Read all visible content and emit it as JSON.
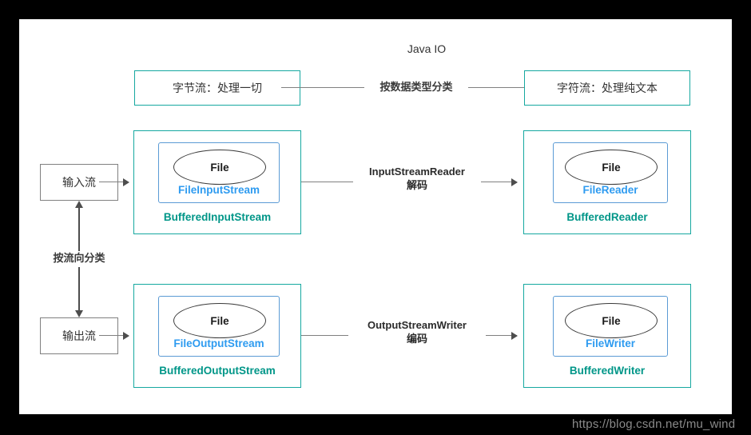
{
  "diagram": {
    "title": "Java IO",
    "watermark": "https://blog.csdn.net/mu_wind",
    "colors": {
      "teal_border": "#16a8a0",
      "teal_text": "#009688",
      "blue_border": "#5b9bd5",
      "blue_text": "#2e9bf0",
      "gray_border": "#808080",
      "connector": "#808080",
      "canvas": "#ffffff",
      "backdrop": "#000000"
    },
    "top_row": {
      "left_box": "字节流：处理一切",
      "right_box": "字符流：处理纯文本",
      "connector_label": "按数据类型分类"
    },
    "left_column": {
      "input_box": "输入流",
      "output_box": "输出流",
      "connector_label": "按流向分类"
    },
    "groups": [
      {
        "id": "buffered-input-stream",
        "outer_label": "BufferedInputStream",
        "inner_label": "FileInputStream",
        "node_label": "File"
      },
      {
        "id": "buffered-reader",
        "outer_label": "BufferedReader",
        "inner_label": "FileReader",
        "node_label": "File"
      },
      {
        "id": "buffered-output-stream",
        "outer_label": "BufferedOutputStream",
        "inner_label": "FileOutputStream",
        "node_label": "File"
      },
      {
        "id": "buffered-writer",
        "outer_label": "BufferedWriter",
        "inner_label": "FileWriter",
        "node_label": "File"
      }
    ],
    "edges": [
      {
        "id": "input-stream-reader",
        "line1": "InputStreamReader",
        "line2": "解码"
      },
      {
        "id": "output-stream-writer",
        "line1": "OutputStreamWriter",
        "line2": "编码"
      }
    ]
  }
}
